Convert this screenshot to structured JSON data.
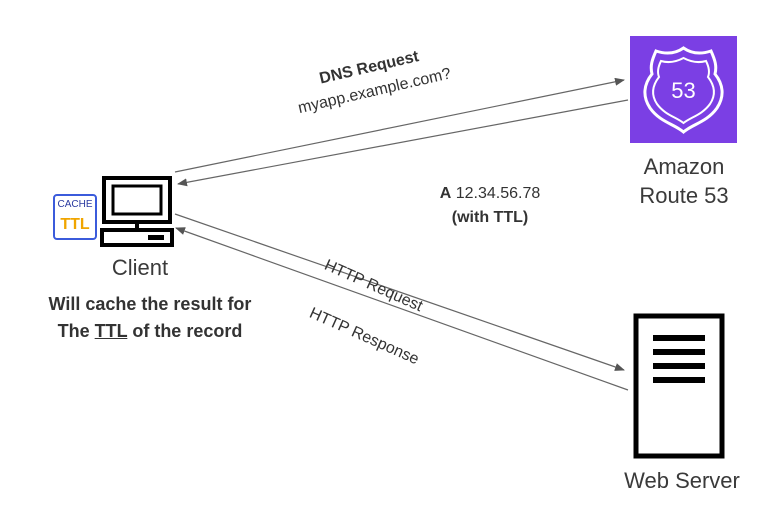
{
  "dns": {
    "title": "DNS Request",
    "query": "myapp.example.com?"
  },
  "answer": {
    "record_type": "A",
    "ip": "12.34.56.78",
    "ttl_note": "(with TTL)"
  },
  "route53": {
    "badge_number": "53",
    "caption_line1": "Amazon",
    "caption_line2": "Route 53",
    "color": "#7b3fe4"
  },
  "client": {
    "caption": "Client",
    "cache_badge_top": "CACHE",
    "cache_badge_bottom": "TTL",
    "note_line1": "Will cache the result for",
    "note_line2_pre": "The ",
    "note_line2_ttl": "TTL",
    "note_line2_post": " of the record"
  },
  "http": {
    "request": "HTTP Request",
    "response": "HTTP Response"
  },
  "web_server": {
    "caption": "Web Server"
  },
  "icons": [
    "computer-icon",
    "route53-shield-icon",
    "server-icon",
    "cache-ttl-icon"
  ]
}
